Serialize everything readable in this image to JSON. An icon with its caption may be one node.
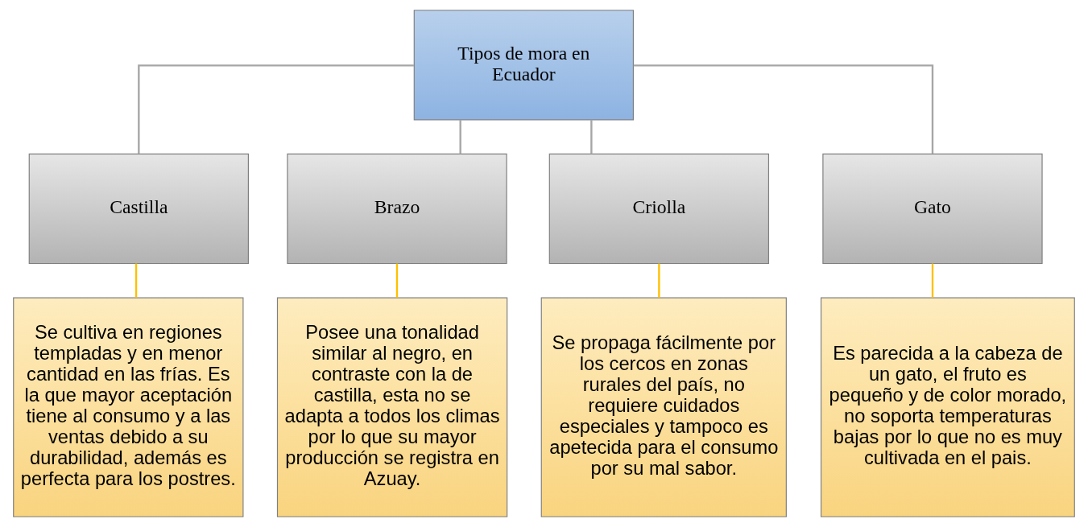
{
  "diagram": {
    "nodes": [
      {
        "text": [
          "Tipos de mora en Ecuador"
        ]
      },
      {
        "text": [
          "Castilla"
        ]
      },
      {
        "text": [
          "Brazo"
        ]
      },
      {
        "text": [
          "Criolla"
        ]
      },
      {
        "text": [
          "Gato"
        ]
      },
      {
        "text": [
          "Se cultiva en regiones templadas y en menor cantidad en las frías. Es la que mayor aceptación tiene al consumo y a las ventas debido a su durabilidad, además es perfecta para los postres."
        ]
      },
      {
        "text": [
          "Posee una tonalidad similar al negro, en contraste con la de castilla, esta no se adapta a todos los climas por lo que su mayor producción se registra en Azuay."
        ]
      },
      {
        "text": [
          "Se propaga fácilmente por los cercos en zonas rurales del país, no requiere cuidados especiales y tampoco es apetecida para el consumo por su mal sabor."
        ]
      },
      {
        "text": [
          "Es parecida a la cabeza de un gato, el fruto es pequeño y de color morado, no soporta temperaturas bajas por lo que no es muy cultivada en el pais."
        ]
      }
    ],
    "edges": [
      {
        "from": 0,
        "to": 1,
        "arrow": "none",
        "color": "#a6a6a6"
      },
      {
        "from": 0,
        "to": 2,
        "arrow": "none",
        "color": "#a6a6a6"
      },
      {
        "from": 0,
        "to": 3,
        "arrow": "none",
        "color": "#a6a6a6"
      },
      {
        "from": 0,
        "to": 4,
        "arrow": "none",
        "color": "#a6a6a6"
      },
      {
        "from": 1,
        "to": 5,
        "arrow": "none",
        "color": "#ffc000"
      },
      {
        "from": 2,
        "to": 6,
        "arrow": "none",
        "color": "#ffc000"
      },
      {
        "from": 3,
        "to": 7,
        "arrow": "none",
        "color": "#ffc000"
      },
      {
        "from": 4,
        "to": 8,
        "arrow": "none",
        "color": "#ffc000"
      }
    ]
  }
}
